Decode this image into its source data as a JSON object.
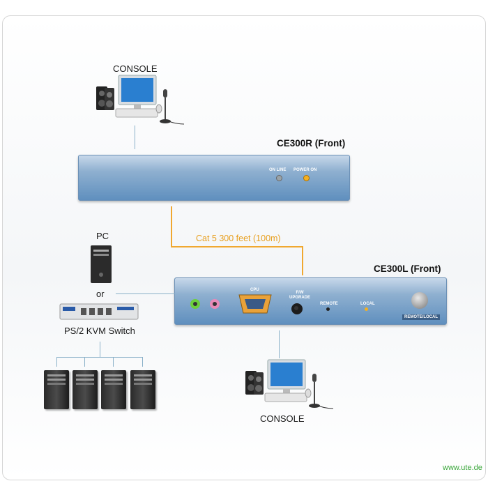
{
  "labels": {
    "console_top": "CONSOLE",
    "receiver_title": "CE300R (Front)",
    "cable": "Cat 5 300 feet (100m)",
    "pc": "PC",
    "or": "or",
    "kvm": "PS/2 KVM Switch",
    "local_title": "CE300L (Front)",
    "console_bottom": "CONSOLE",
    "watermark": "www.ute.de"
  },
  "ce300r": {
    "online_label": "ON LINE",
    "power_label": "POWER ON"
  },
  "ce300l": {
    "cpu_label": "CPU",
    "fw_label": "F/W\nUPGRADE",
    "remote_label": "REMOTE",
    "local_label": "LOCAL",
    "button_label": "REMOTE/LOCAL"
  },
  "colors": {
    "device_blue": "#5f8fbe",
    "cable_orange": "#f0a830",
    "link_line": "#8ab0c8",
    "led_power": "#f5b020",
    "jack_green": "#6ccf3c",
    "jack_pink": "#e88ab8"
  },
  "icons": [
    "console-icon",
    "speaker-icon",
    "monitor-icon",
    "microphone-icon",
    "pc-tower-icon",
    "kvm-switch-icon"
  ]
}
